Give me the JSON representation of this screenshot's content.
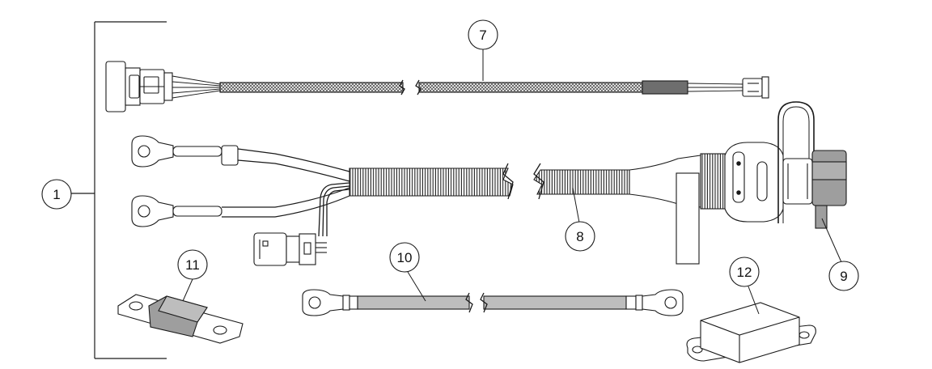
{
  "callouts": {
    "c1": "1",
    "c7": "7",
    "c8": "8",
    "c9": "9",
    "c10": "10",
    "c11": "11",
    "c12": "12"
  },
  "colors": {
    "line": "#1a1a1a",
    "cable_gray": "#bdbdbd",
    "braid": "#8a8a8a",
    "plug_gray": "#9e9e9e",
    "background": "#ffffff"
  }
}
